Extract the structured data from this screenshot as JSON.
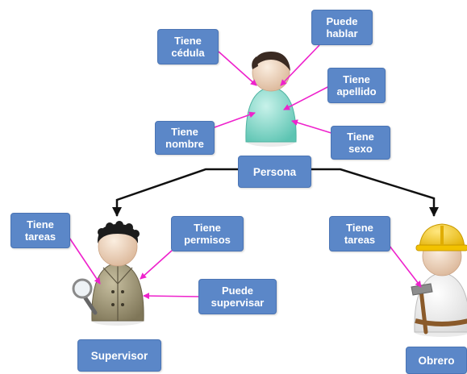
{
  "colors": {
    "label_fill": "#5b87c8",
    "connector": "#ee22cc",
    "hierarchy_line": "#111111",
    "persona_body": "#7fd6c6",
    "skin": "#f2d6bc"
  },
  "persona": {
    "name": "Persona",
    "attributes": {
      "cedula": "Tiene\ncédula",
      "hablar": "Puede\nhablar",
      "apellido": "Tiene\napellido",
      "nombre": "Tiene\nnombre",
      "sexo": "Tiene\nsexo"
    }
  },
  "supervisor": {
    "name": "Supervisor",
    "attributes": {
      "tareas": "Tiene\ntareas",
      "permisos": "Tiene\npermisos",
      "supervisar": "Puede\nsupervisar"
    }
  },
  "obrero": {
    "name": "Obrero",
    "attributes": {
      "tareas": "Tiene\ntareas"
    }
  },
  "icons": [
    "persona-figure-icon",
    "supervisor-figure-icon",
    "magnifying-glass-icon",
    "obrero-figure-icon",
    "hard-hat-icon",
    "hammer-icon"
  ]
}
